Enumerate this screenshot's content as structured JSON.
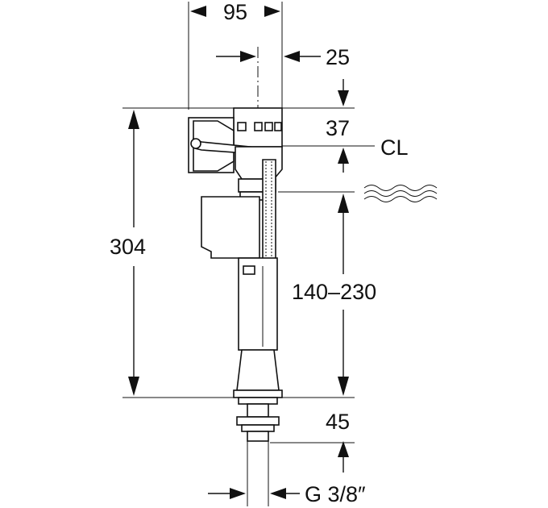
{
  "drawing": {
    "dimensions": {
      "width_top": "95",
      "offset_right": "25",
      "head_height": "37",
      "centerline": "CL",
      "overall_height": "304",
      "height_range": "140–230",
      "thread_length": "45",
      "connection": "G 3/8″"
    },
    "colors": {
      "ink": "#111111",
      "background": "#ffffff"
    },
    "icons": {
      "water_level": "wave-water-level-icon"
    }
  }
}
